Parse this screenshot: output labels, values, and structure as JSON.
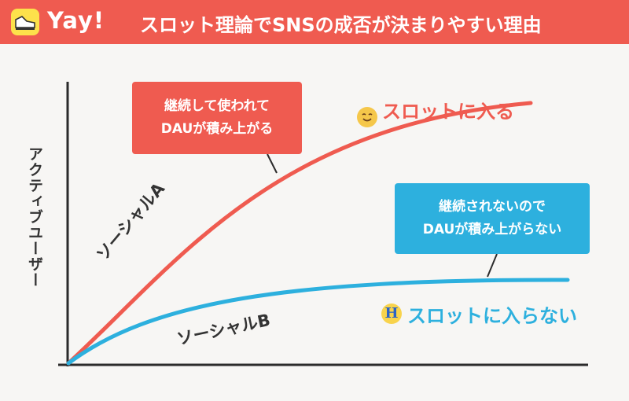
{
  "header": {
    "logo_text": "Yay!",
    "title": "スロット理論でSNSの成否が決まりやすい理由"
  },
  "colors": {
    "red": "#ef5b50",
    "blue": "#2db0de",
    "yellow": "#fde14b"
  },
  "diagram": {
    "y_axis_label": "アクティブユーザー",
    "series_a_label": "ソーシャルA",
    "series_b_label": "ソーシャルB",
    "callout_red": [
      "継続して使われて",
      "DAUが積み上がる"
    ],
    "callout_blue": [
      "継続されないので",
      "DAUが積み上がらない"
    ],
    "label_red": "スロットに入る",
    "label_blue": "スロットに入らない",
    "icon_red": "smiling-face-icon",
    "icon_blue": "h-badge-icon"
  }
}
